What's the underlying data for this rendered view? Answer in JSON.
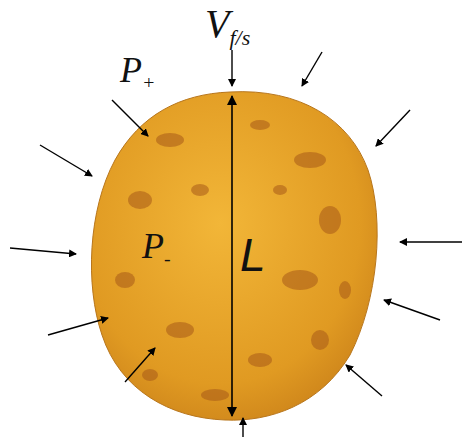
{
  "diagram": {
    "labels": [
      "Vf/s",
      "P+",
      "P-",
      "L"
    ]
  }
}
